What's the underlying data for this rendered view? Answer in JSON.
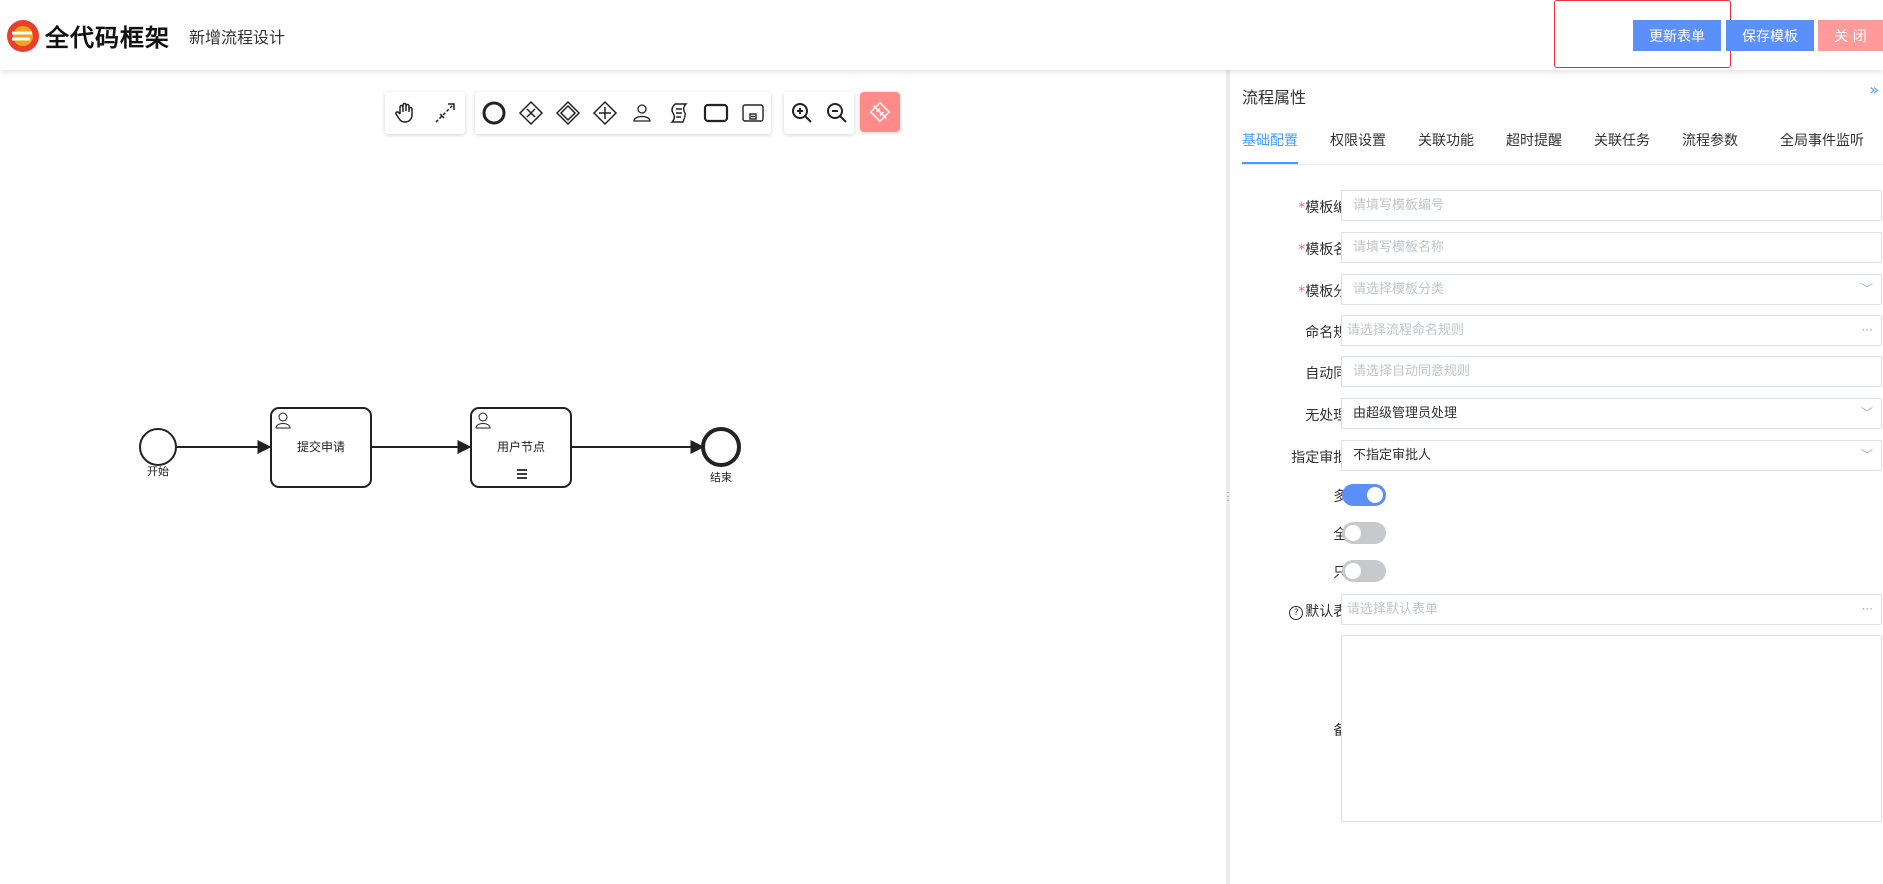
{
  "header": {
    "logo_text": "全代码框架",
    "page_title": "新增流程设计",
    "buttons": {
      "update_form": "更新表单",
      "save_template": "保存模板",
      "close": "关 闭"
    },
    "colors": {
      "primary": "#5b8ff9",
      "danger": "#ff9a9a",
      "highlight": "#e8303a"
    }
  },
  "toolbar": {
    "icons": [
      "hand-tool-icon",
      "global-connect-icon",
      "start-event-icon",
      "exclusive-gateway-icon",
      "inclusive-gateway-icon",
      "parallel-gateway-icon",
      "user-task-icon",
      "script-task-icon",
      "task-icon",
      "subprocess-icon",
      "zoom-in-icon",
      "zoom-out-icon",
      "clear-icon"
    ]
  },
  "diagram": {
    "nodes": {
      "start": "开始",
      "submit": "提交申请",
      "user_node": "用户节点",
      "end": "结束"
    }
  },
  "panel": {
    "title": "流程属性",
    "tabs": [
      "基础配置",
      "权限设置",
      "关联功能",
      "超时提醒",
      "关联任务",
      "流程参数",
      "全局事件监听"
    ],
    "active_tab": "基础配置",
    "fields": {
      "template_code": {
        "label": "模板编号:",
        "placeholder": "请填写模板编号",
        "required": "*"
      },
      "template_name": {
        "label": "模板名称:",
        "placeholder": "请填写模板名称",
        "required": "*"
      },
      "template_category": {
        "label": "模板分类:",
        "placeholder": "请选择模板分类",
        "required": "*"
      },
      "naming_rule": {
        "label": "命名规则:",
        "placeholder": "请选择流程命名规则"
      },
      "auto_agree": {
        "label": "自动同意:",
        "placeholder": "请选择自动同意规则"
      },
      "no_handler": {
        "label": "无处理人:",
        "value": "由超级管理员处理"
      },
      "approver": {
        "label": "指定审批人:",
        "value": "不指定审批人"
      },
      "multi_select": {
        "label": "多选:",
        "on": true
      },
      "select_all": {
        "label": "全选:",
        "on": false
      },
      "read_only": {
        "label": "只读:",
        "on": false
      },
      "default_form": {
        "label": "默认表单:",
        "placeholder": "请选择默认表单",
        "help_icon": "?"
      },
      "remark": {
        "label": "备注:"
      }
    }
  }
}
